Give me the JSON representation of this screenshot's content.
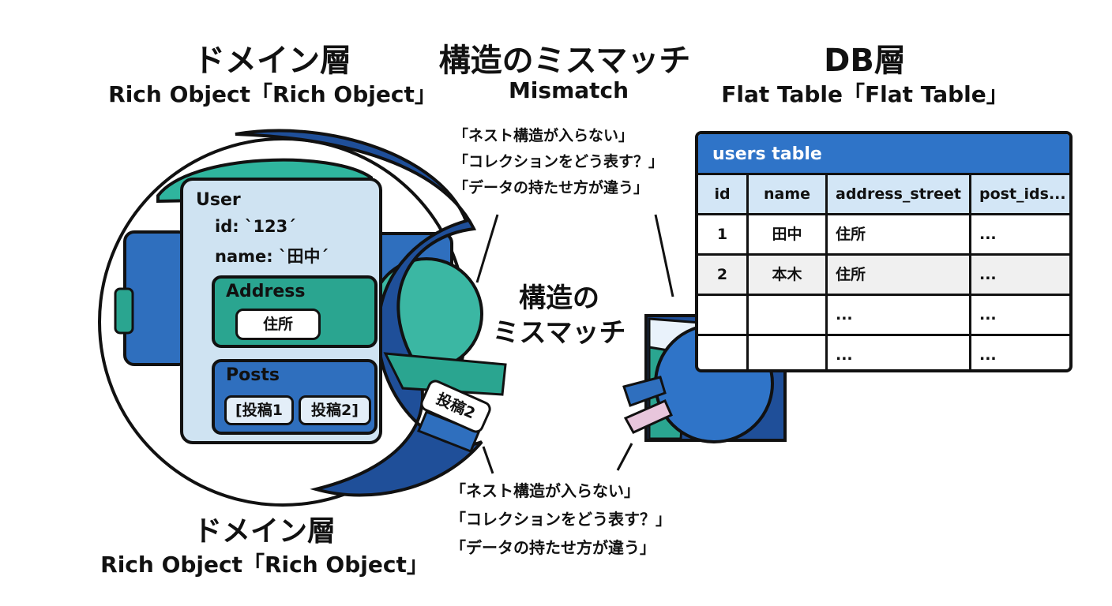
{
  "domain_layer": {
    "title": "ドメイン層",
    "subtitle": "Rich Object「Rich Object」"
  },
  "mismatch_header": {
    "title": "構造のミスマッチ",
    "subtitle": "Mismatch"
  },
  "db_layer": {
    "title": "DB層",
    "subtitle": "Flat Table「Flat Table」"
  },
  "issues_top": [
    "「ネスト構造が入らない」",
    "「コレクションをどう表す？」",
    "「データの持たせ方が違う」"
  ],
  "issues_bottom": [
    "「ネスト構造が入らない」",
    "「コレクションをどう表す？」",
    "「データの持たせ方が違う」"
  ],
  "center_label": {
    "line1": "構造の",
    "line2": "ミスマッチ"
  },
  "user_object": {
    "label": "User",
    "id_line": "id: `123´",
    "name_line": "name: `田中´",
    "address": {
      "label": "Address",
      "value": "住所"
    },
    "posts": {
      "label": "Posts",
      "items": [
        "[投稿1",
        "投稿2]"
      ]
    },
    "floating_item": "投稿2"
  },
  "users_table": {
    "caption": "users table",
    "columns": [
      "id",
      "name",
      "address_street",
      "post_ids..."
    ],
    "rows": [
      [
        "1",
        "田中",
        "住所",
        "..."
      ],
      [
        "2",
        "本木",
        "住所",
        "..."
      ],
      [
        "",
        "",
        "...",
        "..."
      ],
      [
        "",
        "",
        "...",
        "..."
      ]
    ]
  },
  "domain_layer_bottom": {
    "title": "ドメイン層",
    "subtitle": "Rich Object「Rich Object」"
  },
  "colors": {
    "dark_blue": "#1f4f99",
    "blue": "#2f74c8",
    "teal": "#2aa590",
    "light_blue": "#cfe3f2"
  }
}
